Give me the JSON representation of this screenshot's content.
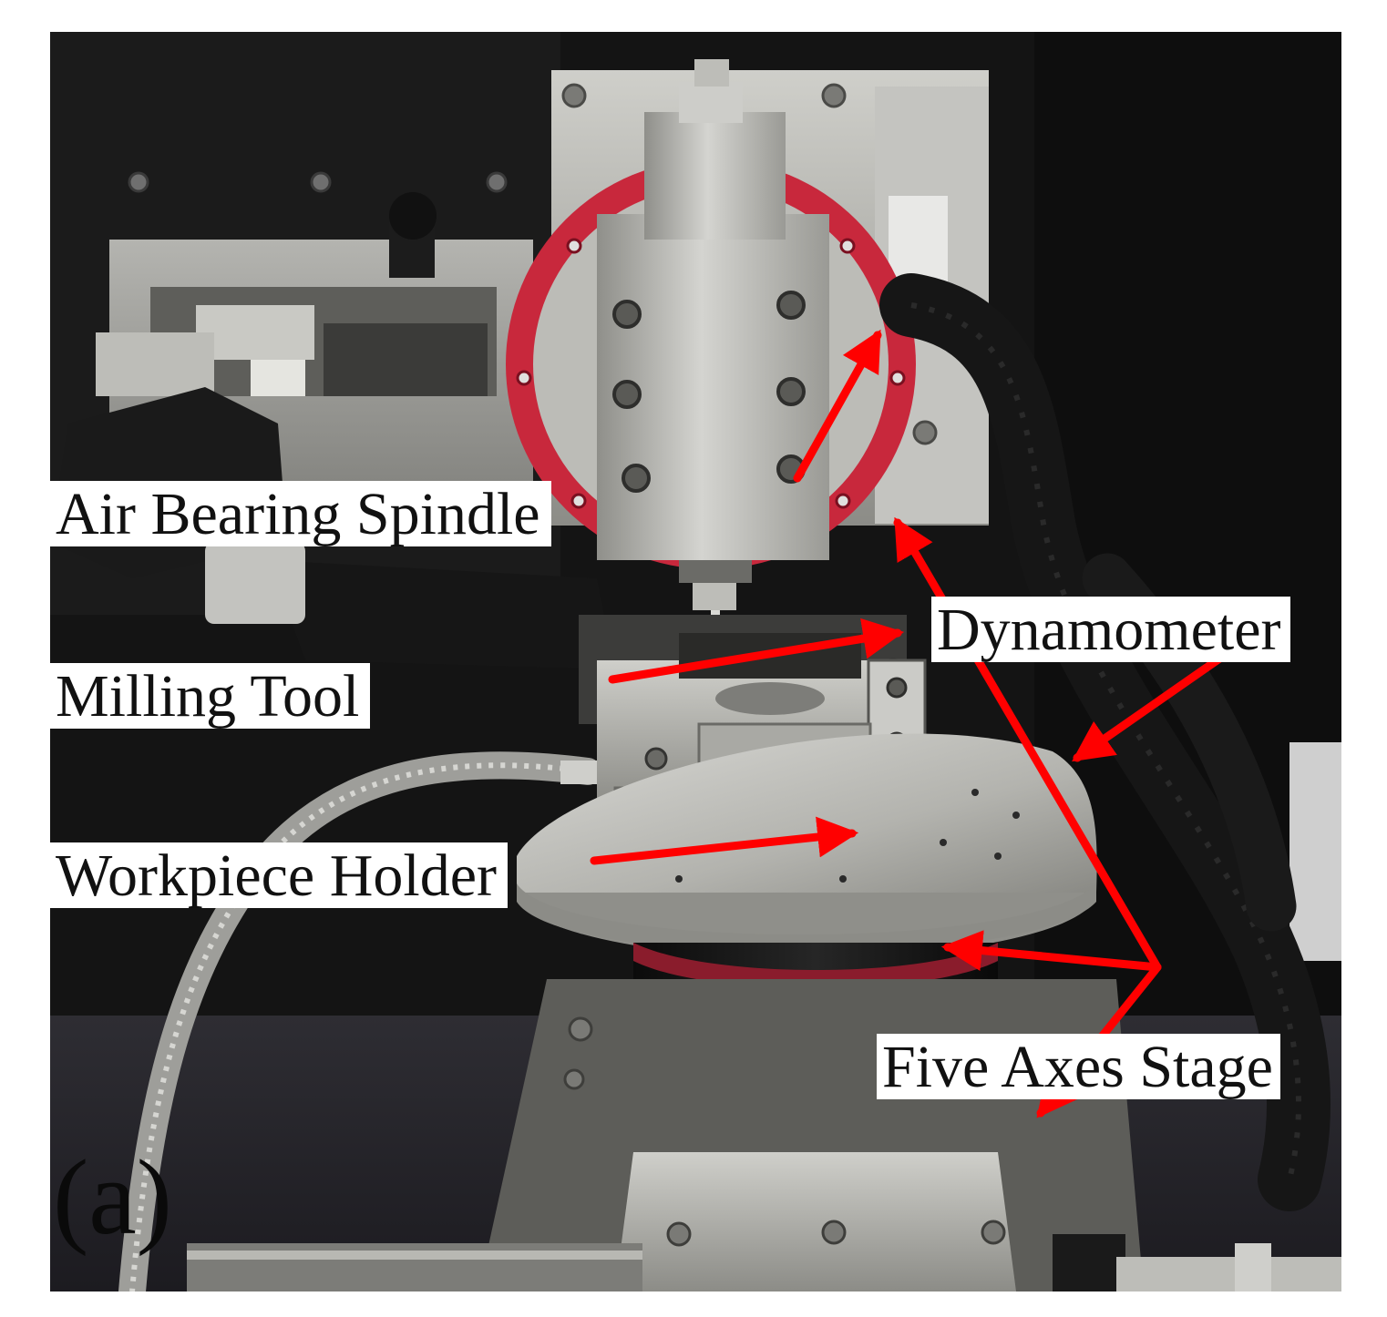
{
  "labels": {
    "air_bearing_spindle": "Air Bearing Spindle",
    "dynamometer": "Dynamometer",
    "milling_tool": "Milling Tool",
    "workpiece_holder": "Workpiece Holder",
    "five_axes_stage": "Five Axes Stage"
  },
  "panel_letter": "(a)",
  "colors": {
    "arrow": "#ff0000",
    "label_bg": "#ffffff",
    "spindle_ring": "#c8283c",
    "machine_body": "#111111",
    "metal": "#b9b9b4"
  }
}
